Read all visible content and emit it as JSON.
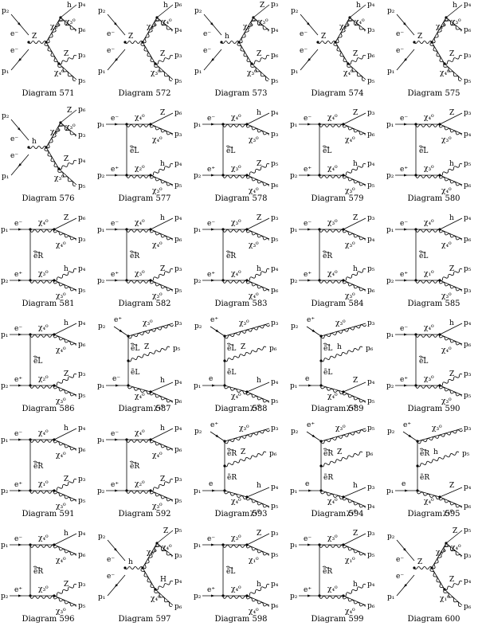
{
  "caption_prefix": "Diagram",
  "diagrams": [
    {
      "num": "571",
      "t": "s1",
      "lab": {
        "pa": "p₂",
        "pb": "p₁",
        "pc": "p₄",
        "pd": "p₆",
        "pe": "p₃",
        "pf": "p₅",
        "n1": "χ₃⁰",
        "n2": "χ₄⁰",
        "n3": "χ₃⁰",
        "ba": "h",
        "bb": "Z",
        "bc": "Z",
        "e1": "e⁻",
        "e2": "e⁻"
      }
    },
    {
      "num": "572",
      "t": "s1",
      "lab": {
        "pa": "p₂",
        "pb": "p₁",
        "pc": "p₆",
        "pd": "p₄",
        "pe": "p₃",
        "pf": "p₅",
        "n1": "χ₄⁰",
        "n2": "χ₃⁰",
        "n3": "χ₄⁰",
        "ba": "h",
        "bb": "Z",
        "bc": "Z",
        "e1": "e⁻",
        "e2": "e⁻"
      }
    },
    {
      "num": "573",
      "t": "s1",
      "lab": {
        "pa": "p₂",
        "pb": "p₁",
        "pc": "p₃",
        "pd": "p₄",
        "pe": "p₆",
        "pf": "p₅",
        "n1": "χ₃⁰",
        "n2": "χ₃⁰",
        "n3": "χ₃⁰",
        "ba": "Z",
        "bb": "h",
        "bc": "Z",
        "e1": "e⁻",
        "e2": "e⁻"
      }
    },
    {
      "num": "574",
      "t": "s1",
      "lab": {
        "pa": "p₂",
        "pb": "p₁",
        "pc": "p₄",
        "pd": "p₃",
        "pe": "p₆",
        "pf": "p₅",
        "n1": "χ₄⁰",
        "n2": "χ₄⁰",
        "n3": "χ₄⁰",
        "ba": "h",
        "bb": "Z",
        "bc": "Z",
        "e1": "e⁻",
        "e2": "e⁻"
      }
    },
    {
      "num": "575",
      "t": "s1",
      "lab": {
        "pa": "p₂",
        "pb": "p₁",
        "pc": "p₄",
        "pd": "p₆",
        "pe": "p₃",
        "pf": "p₅",
        "n1": "χ₄⁰",
        "n2": "χ₄⁰",
        "n3": "χ₃⁰",
        "ba": "h",
        "bb": "Z",
        "bc": "Z",
        "e1": "e⁻",
        "e2": "e⁻"
      }
    },
    {
      "num": "576",
      "t": "s2",
      "lab": {
        "pa": "p₂",
        "pb": "p₁",
        "pc": "p₆",
        "pd": "p₃",
        "pe": "p₄",
        "pf": "p₅",
        "n1": "χ₄⁰",
        "n2": "χ₃⁰",
        "n3": "χ₃⁰",
        "ba": "Z",
        "bb": "h",
        "bc": "Z",
        "e1": "e⁻",
        "e2": "e⁻"
      }
    },
    {
      "num": "577",
      "t": "t1",
      "lab": {
        "pa": "p₁",
        "pb": "p₂",
        "pc": "p₆",
        "pd": "p₃",
        "pe": "p₄",
        "pf": "p₅",
        "n1": "χ₄⁰",
        "n2": "χ₄⁰",
        "n3": "χ₂⁰",
        "n4": "χ₃⁰",
        "ba": "Z",
        "bb": "h",
        "e1": "e⁻",
        "e2": "e⁺",
        "s": "ẽL"
      }
    },
    {
      "num": "578",
      "t": "t2",
      "lab": {
        "pa": "p₁",
        "pb": "p₂",
        "pc": "p₄",
        "pd": "p₃",
        "pe": "p₅",
        "pf": "p₆",
        "n1": "χ₄⁰",
        "n2": "χ₃⁰",
        "n3": "χ₃⁰",
        "n4": "χ₄⁰",
        "ba": "h",
        "bb": "Z",
        "e1": "e⁻",
        "e2": "e⁺",
        "s": "ẽL"
      }
    },
    {
      "num": "579",
      "t": "t2",
      "lab": {
        "pa": "p₁",
        "pb": "p₂",
        "pc": "p₃",
        "pd": "p₆",
        "pe": "p₄",
        "pf": "p₅",
        "n1": "χ₄⁰",
        "n2": "χ₄⁰",
        "n3": "χ₄⁰",
        "n4": "χ₃⁰",
        "ba": "Z",
        "bb": "h",
        "e1": "e⁻",
        "e2": "e⁺",
        "s": "ẽL"
      }
    },
    {
      "num": "580",
      "t": "t3",
      "lab": {
        "pa": "p₁",
        "pb": "p₂",
        "pc": "p₃",
        "pd": "p₄",
        "pe": "p₅",
        "pf": "p₆",
        "n1": "χ₄⁰",
        "n2": "χ₃⁰",
        "n3": "χ₃⁰",
        "n4": "χ₄⁰",
        "ba": "Z",
        "bb": "h",
        "e1": "e⁻",
        "e2": "e⁺",
        "s": "ẽL"
      }
    },
    {
      "num": "581",
      "t": "t1",
      "lab": {
        "pa": "p₁",
        "pb": "p₂",
        "pc": "p₆",
        "pd": "p₃",
        "pe": "p₄",
        "pf": "p₅",
        "n1": "χ₄⁰",
        "n2": "χ₄⁰",
        "n3": "χ₃⁰",
        "n4": "χ₃⁰",
        "ba": "Z",
        "bb": "h",
        "e1": "e⁻",
        "e2": "e⁺",
        "s": "ẽR"
      }
    },
    {
      "num": "582",
      "t": "t2",
      "lab": {
        "pa": "p₁",
        "pb": "p₂",
        "pc": "p₄",
        "pd": "p₆",
        "pe": "p₃",
        "pf": "p₅",
        "n1": "χ₄⁰",
        "n2": "χ₄⁰",
        "n3": "χ₃⁰",
        "n4": "χ₃⁰",
        "ba": "h",
        "bb": "Z",
        "e1": "e⁻",
        "e2": "e⁺",
        "s": "ẽR"
      }
    },
    {
      "num": "583",
      "t": "t2",
      "lab": {
        "pa": "p₁",
        "pb": "p₂",
        "pc": "p₃",
        "pd": "p₅",
        "pe": "p₄",
        "pf": "p₆",
        "n1": "χ₃⁰",
        "n2": "χ₃⁰",
        "n3": "χ₄⁰",
        "n4": "χ₄⁰",
        "ba": "Z",
        "bb": "h",
        "e1": "e⁻",
        "e2": "e⁺",
        "s": "ẽR"
      }
    },
    {
      "num": "584",
      "t": "t1",
      "lab": {
        "pa": "p₁",
        "pb": "p₂",
        "pc": "p₃",
        "pd": "p₄",
        "pe": "p₅",
        "pf": "p₆",
        "n1": "χ₃⁰",
        "n2": "χ₃⁰",
        "n3": "χ₄⁰",
        "n4": "χ₃⁰",
        "ba": "Z",
        "bb": "h",
        "e1": "e⁻",
        "e2": "e⁺",
        "s": "ẽR"
      }
    },
    {
      "num": "585",
      "t": "t2",
      "lab": {
        "pa": "p₁",
        "pb": "p₂",
        "pc": "p₄",
        "pd": "p₆",
        "pe": "p₅",
        "pf": "p₃",
        "n1": "χ₄⁰",
        "n2": "χ₄⁰",
        "n3": "χ₁⁰",
        "n4": "χ₃⁰",
        "ba": "h",
        "bb": "Z",
        "e1": "e⁻",
        "e2": "e⁺",
        "s": "ẽL"
      }
    },
    {
      "num": "586",
      "t": "t2",
      "lab": {
        "pa": "p₁",
        "pb": "p₂",
        "pc": "p₄",
        "pd": "p₆",
        "pe": "p₃",
        "pf": "p₅",
        "n1": "χ₄⁰",
        "n2": "χ₄⁰",
        "n3": "χ₂⁰",
        "n4": "χ₃⁰",
        "ba": "h",
        "bb": "Z",
        "e1": "e⁻",
        "e2": "e⁺",
        "s": "ẽL"
      }
    },
    {
      "num": "587",
      "t": "x1",
      "lab": {
        "pa": "p₂",
        "pb": "p₁",
        "pc": "p₃",
        "pd": "p₄",
        "pe": "p₆",
        "pf": "p₅",
        "n1": "χ₃⁰",
        "n2": "χ₄⁰",
        "n3": "χ₄⁰",
        "ba": "Z",
        "bb": "h",
        "e1": "e⁺",
        "e2": "e⁻",
        "s": "ẽL",
        "s2": "ẽL"
      }
    },
    {
      "num": "588",
      "t": "x2",
      "lab": {
        "pa": "p₂",
        "pb": "p₁",
        "pc": "p₃",
        "pd": "p₄",
        "pe": "p₅",
        "pf": "p₆",
        "n1": "χ₃⁰",
        "n2": "χ₄⁰",
        "n3": "χ₄⁰",
        "ba": "Z",
        "bb": "h",
        "e1": "e⁺",
        "e2": "e",
        "s": "ẽL",
        "s2": "ẽL"
      }
    },
    {
      "num": "589",
      "t": "x3",
      "lab": {
        "pa": "p₂",
        "pb": "p₁",
        "pc": "p₃",
        "pd": "p₄",
        "pe": "p₅",
        "pf": "p₆",
        "n1": "χ₃⁰",
        "n2": "χ₄⁰",
        "n3": "χ₄⁰",
        "ba": "h",
        "bb": "Z",
        "e1": "e⁺",
        "e2": "e",
        "s": "ẽL",
        "s2": "ẽL"
      }
    },
    {
      "num": "590",
      "t": "t2",
      "lab": {
        "pa": "p₁",
        "pb": "p₂",
        "pc": "p₄",
        "pd": "p₆",
        "pe": "p₃",
        "pf": "p₅",
        "n1": "χ₄⁰",
        "n2": "χ₄⁰",
        "n3": "χ₃⁰",
        "n4": "χ₃⁰",
        "ba": "h",
        "bb": "Z",
        "e1": "e⁻",
        "e2": "e⁺",
        "s": "ẽL"
      }
    },
    {
      "num": "591",
      "t": "t2",
      "lab": {
        "pa": "p₁",
        "pb": "p₂",
        "pc": "p₄",
        "pd": "p₆",
        "pe": "p₃",
        "pf": "p₅",
        "n1": "χ₄⁰",
        "n2": "χ₄⁰",
        "n3": "χ₁⁰",
        "n4": "χ₃⁰",
        "ba": "h",
        "bb": "Z",
        "e1": "e⁻",
        "e2": "e⁺",
        "s": "ẽR"
      }
    },
    {
      "num": "592",
      "t": "t2",
      "lab": {
        "pa": "p₁",
        "pb": "p₂",
        "pc": "p₄",
        "pd": "p₆",
        "pe": "p₃",
        "pf": "p₅",
        "n1": "χ₄⁰",
        "n2": "χ₄⁰",
        "n3": "χ₂⁰",
        "n4": "χ₃⁰",
        "ba": "h",
        "bb": "Z",
        "e1": "e⁻",
        "e2": "e⁺",
        "s": "ẽR"
      }
    },
    {
      "num": "593",
      "t": "x2",
      "lab": {
        "pa": "p₂",
        "pb": "p₁",
        "pc": "p₃",
        "pd": "p₄",
        "pe": "p₅",
        "pf": "p₆",
        "n1": "χ₃⁰",
        "n2": "χ₄⁰",
        "n3": "χ₄⁰",
        "ba": "Z",
        "bb": "h",
        "e1": "e⁺",
        "e2": "e",
        "s": "ẽR",
        "s2": "ẽR"
      }
    },
    {
      "num": "594",
      "t": "x2",
      "lab": {
        "pa": "p₂",
        "pb": "p₁",
        "pc": "p₅",
        "pd": "p₃",
        "pe": "p₄",
        "pf": "p₆",
        "n1": "χ₃⁰",
        "n2": "χ₄⁰",
        "n3": "χ₄⁰",
        "ba": "Z",
        "bb": "h",
        "e1": "e⁺",
        "e2": "e",
        "s": "ẽR",
        "s2": "ẽR"
      }
    },
    {
      "num": "595",
      "t": "x3",
      "lab": {
        "pa": "p₂",
        "pb": "p₁",
        "pc": "p₃",
        "pd": "p₄",
        "pe": "p₆",
        "pf": "p₅",
        "n1": "χ₃⁰",
        "n2": "χ₄⁰",
        "n3": "χ₄⁰",
        "ba": "h",
        "bb": "Z",
        "e1": "e⁺",
        "e2": "e",
        "s": "ẽR",
        "s2": "ẽR"
      }
    },
    {
      "num": "596",
      "t": "t2",
      "lab": {
        "pa": "p₁",
        "pb": "p₂",
        "pc": "p₄",
        "pd": "p₆",
        "pe": "p₃",
        "pf": "p₅",
        "n1": "χ₄⁰",
        "n2": "χ₄⁰",
        "n3": "χ₃⁰",
        "n4": "χ₃⁰",
        "ba": "h",
        "bb": "Z",
        "e1": "e⁻",
        "e2": "e⁺",
        "s": "ẽR"
      }
    },
    {
      "num": "597",
      "t": "s2",
      "lab": {
        "pa": "p₂",
        "pb": "p₁",
        "pc": "p₅",
        "pd": "p₃",
        "pe": "p₄",
        "pf": "p₆",
        "n1": "χ₃⁰",
        "n2": "χ₄⁰",
        "n3": "χ₄⁰",
        "ba": "Z",
        "bb": "h",
        "bc": "H",
        "e1": "e⁻",
        "e2": "e⁻"
      }
    },
    {
      "num": "598",
      "t": "t1",
      "lab": {
        "pa": "p₁",
        "pb": "p₂",
        "pc": "p₃",
        "pd": "p₅",
        "pe": "p₄",
        "pf": "p₆",
        "n1": "χ₃⁰",
        "n2": "χ₁⁰",
        "n3": "χ₄⁰",
        "n4": "χ₄⁰",
        "ba": "Z",
        "bb": "h",
        "e1": "e⁻",
        "e2": "e⁺",
        "s": "ẽL"
      }
    },
    {
      "num": "599",
      "t": "t1",
      "lab": {
        "pa": "p₁",
        "pb": "p₂",
        "pc": "p₃",
        "pd": "p₅",
        "pe": "p₄",
        "pf": "p₆",
        "n1": "χ₃⁰",
        "n2": "χ₁⁰",
        "n3": "χ₄⁰",
        "n4": "χ₄⁰",
        "ba": "Z",
        "bb": "h",
        "e1": "e⁻",
        "e2": "e⁺",
        "s": "ẽR"
      }
    },
    {
      "num": "600",
      "t": "s1",
      "lab": {
        "pa": "p₂",
        "pb": "p₁",
        "pc": "p₅",
        "pd": "p₃",
        "pe": "p₄",
        "pf": "p₆",
        "n1": "χ₃⁰",
        "n2": "χ₁⁰",
        "n3": "χ₄⁰",
        "ba": "Z",
        "bb": "Z",
        "bc": "Z",
        "e1": "e⁻",
        "e2": "e⁻"
      }
    }
  ]
}
